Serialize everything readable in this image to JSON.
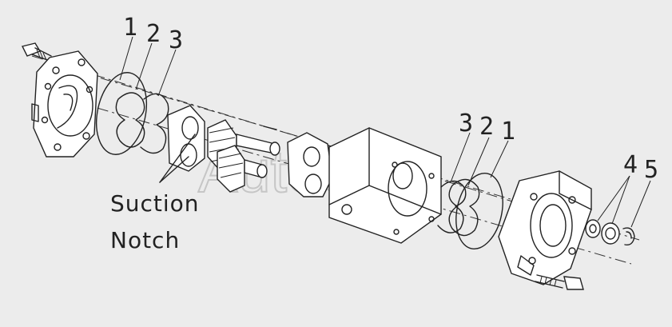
{
  "diagram": {
    "callouts_left": [
      "1",
      "2",
      "3"
    ],
    "callouts_right": [
      "3",
      "2",
      "1"
    ],
    "callouts_end": [
      "4",
      "5"
    ],
    "note_line1": "Suction",
    "note_line2": "Notch",
    "watermark": "AutoSoft"
  }
}
